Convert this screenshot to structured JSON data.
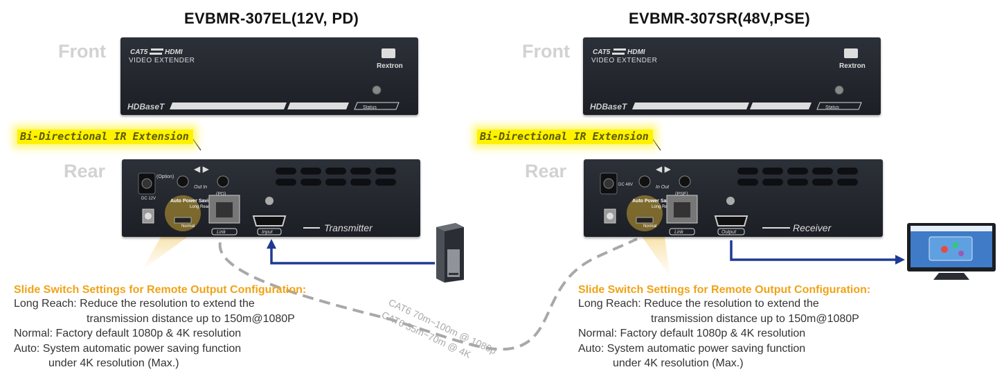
{
  "left": {
    "title": "EVBMR-307EL(12V, PD)",
    "front_label": "Front",
    "rear_label": "Rear",
    "front_panel": {
      "brand_top": "CAT5",
      "brand_hdmi": "HDMI",
      "subtitle": "VIDEO EXTENDER",
      "logo": "Rextron",
      "hdbaset": "HDBaseT",
      "status": "Status"
    },
    "rear_panel": {
      "dc_option": "(Option)",
      "dc_label": "DC 12V",
      "ir_label": "Out In",
      "pd_label": "(PD)",
      "switch_auto": "Auto Power Saving",
      "switch_long": "Long Reach",
      "switch_normal": "Normal",
      "link": "Link",
      "port": "Input",
      "device": "Transmitter"
    },
    "ir_tag": "Bi-Directional IR Extension",
    "settings": {
      "title": "Slide Switch Settings for Remote Output Configuration:",
      "line1": "Long Reach: Reduce the resolution to extend the",
      "line2": "transmission distance up to 150m@1080P",
      "line3": "Normal: Factory default 1080p & 4K resolution",
      "line4": "Auto: System automatic power saving function",
      "line5": "under 4K resolution (Max.)"
    }
  },
  "right": {
    "title": "EVBMR-307SR(48V,PSE)",
    "front_label": "Front",
    "rear_label": "Rear",
    "front_panel": {
      "brand_top": "CAT5",
      "brand_hdmi": "HDMI",
      "subtitle": "VIDEO EXTENDER",
      "logo": "Rextron",
      "hdbaset": "HDBaseT",
      "status": "Status"
    },
    "rear_panel": {
      "dc_label": "DC 48V",
      "ir_label": "In Out",
      "pse_label": "(PSE)",
      "switch_auto": "Auto Power Saving",
      "switch_long": "Long Reach",
      "switch_normal": "Normal",
      "link": "Link",
      "port": "Output",
      "device": "Receiver"
    },
    "ir_tag": "Bi-Directional IR Extension",
    "settings": {
      "title": "Slide Switch Settings for Remote Output Configuration:",
      "line1": "Long Reach: Reduce the resolution to extend the",
      "line2": "transmission distance up to 150m@1080P",
      "line3": "Normal: Factory default 1080p & 4K resolution",
      "line4": "Auto: System automatic power saving function",
      "line5": "under 4K resolution (Max.)"
    }
  },
  "cable": {
    "label1": "CAT6 70m~100m @ 1080p",
    "label2": "CAT6 35m~70m @ 4K"
  },
  "colors": {
    "arrow": "#1f3a93",
    "cable": "#a8a8a8",
    "highlight": "#fff200",
    "settings_title": "#f0a318"
  }
}
